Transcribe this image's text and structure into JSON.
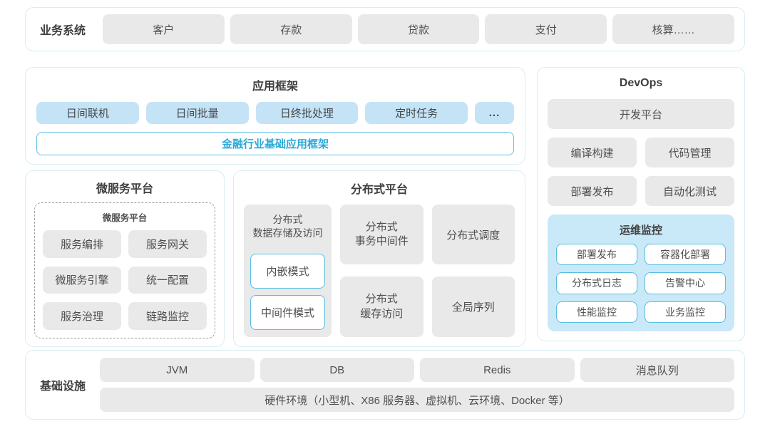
{
  "colors": {
    "panel_border": "#d9edf3",
    "gray_box_bg": "#e9e9e9",
    "blue_box_bg": "#c5e3f6",
    "monitor_panel_bg": "#c9e8f8",
    "accent_border": "#58bde1",
    "accent_text": "#2ba8d8",
    "text": "#4f4f4f"
  },
  "business": {
    "label": "业务系统",
    "items": [
      "客户",
      "存款",
      "贷款",
      "支付",
      "核算……"
    ]
  },
  "app_framework": {
    "title": "应用框架",
    "items": [
      "日间联机",
      "日间批量",
      "日终批处理",
      "定时任务",
      "..."
    ],
    "base_label": "金融行业基础应用框架"
  },
  "microservice": {
    "title": "微服务平台",
    "inner_title": "微服务平台",
    "items": [
      "服务编排",
      "服务网关",
      "微服务引擎",
      "统一配置",
      "服务治理",
      "链路监控"
    ]
  },
  "distributed": {
    "title": "分布式平台",
    "storage": {
      "title": "分布式\n数据存储及访问",
      "modes": [
        "内嵌模式",
        "中间件模式"
      ]
    },
    "cells": [
      "分布式\n事务中间件",
      "分布式调度",
      "分布式\n缓存访问",
      "全局序列"
    ]
  },
  "devops": {
    "title": "DevOps",
    "platform": "开发平台",
    "items": [
      "编译构建",
      "代码管理",
      "部署发布",
      "自动化测试"
    ],
    "monitor": {
      "title": "运维监控",
      "items": [
        "部署发布",
        "容器化部署",
        "分布式日志",
        "告警中心",
        "性能监控",
        "业务监控"
      ]
    }
  },
  "infrastructure": {
    "label": "基础设施",
    "items": [
      "JVM",
      "DB",
      "Redis",
      "消息队列"
    ],
    "hardware": "硬件环境（小型机、X86 服务器、虚拟机、云环境、Docker 等）"
  }
}
